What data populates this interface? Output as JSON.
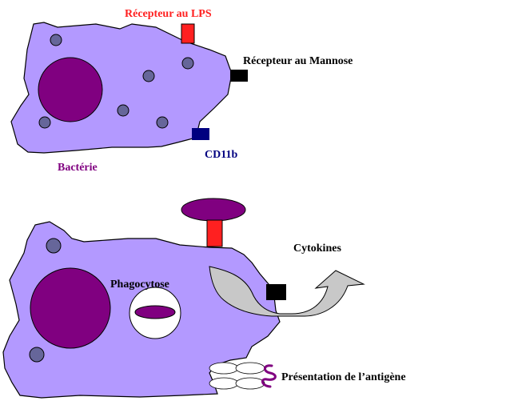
{
  "labels": {
    "lps_receptor": "Récepteur au LPS",
    "mannose_receptor": "Récepteur au Mannose",
    "cd11b": "CD11b",
    "bacteria": "Bactérie",
    "cytokines": "Cytokines",
    "phagocytosis": "Phagocytose",
    "antigen_presentation": "Présentation de l’antigène"
  },
  "colors": {
    "cell_fill": "#b399ff",
    "nucleus": "#800080",
    "granule": "#66669a",
    "lps_receptor": "#ff2020",
    "mannose_receptor": "#000000",
    "cd11b": "#000080",
    "bacteria": "#800080",
    "lps_label": "#ff2020",
    "cd11b_label": "#000080",
    "bacteria_label": "#800080",
    "arrow_fill": "#c8c8c8"
  }
}
